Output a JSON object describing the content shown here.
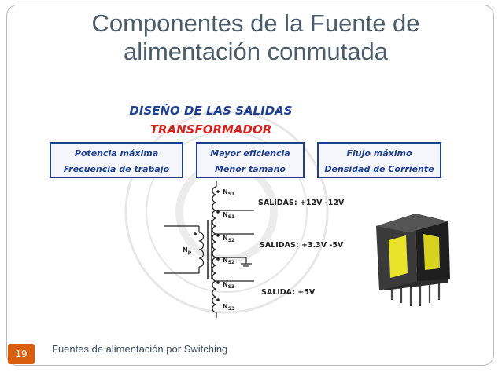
{
  "slide": {
    "title_line1": "Componentes de la Fuente de",
    "title_line2": "alimentación conmutada",
    "number": "19",
    "footer": "Fuentes de alimentación por Switching"
  },
  "figure": {
    "heading": "DISEÑO DE LAS SALIDAS",
    "subheading": "TRANSFORMADOR",
    "boxes": [
      {
        "line1": "Potencia máxima",
        "line2": "Frecuencia de trabajo"
      },
      {
        "line1": "Mayor eficiencia",
        "line2": "Menor tamaño"
      },
      {
        "line1": "Flujo máximo",
        "line2": "Densidad de Corriente"
      }
    ],
    "primary_label": "N",
    "primary_sub": "p",
    "secondary_labels": [
      {
        "n": "N",
        "sub": "S1"
      },
      {
        "n": "N",
        "sub": "S1"
      },
      {
        "n": "N",
        "sub": "S2"
      },
      {
        "n": "N",
        "sub": "S2"
      },
      {
        "n": "N",
        "sub": "S3"
      },
      {
        "n": "N",
        "sub": "S3"
      }
    ],
    "outputs": [
      "SALIDAS: +12V  -12V",
      "SALIDAS: +3.3V  -5V",
      "SALIDA: +5V"
    ],
    "colors": {
      "blue": "#1f3f91",
      "red": "#d4221c",
      "box_fill": "#f4f6fb",
      "core_yellow": "#e9e32a"
    }
  }
}
